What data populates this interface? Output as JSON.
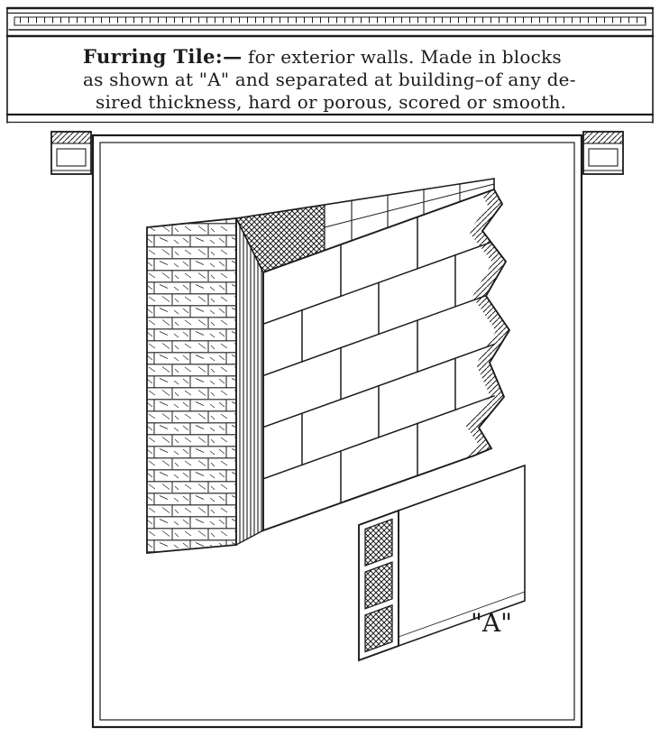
{
  "plate": {
    "heading_bold": "Furring Tile:—",
    "heading_line1": " for exterior walls. Made in blocks",
    "heading_line2": "as shown at \"A\" and separated at building–of any de-",
    "heading_line3": "sired thickness, hard or porous, scored or smooth.",
    "detail_label": "\"A\""
  },
  "colors": {
    "ink": "#1c1c1c",
    "paper": "#ffffff"
  }
}
